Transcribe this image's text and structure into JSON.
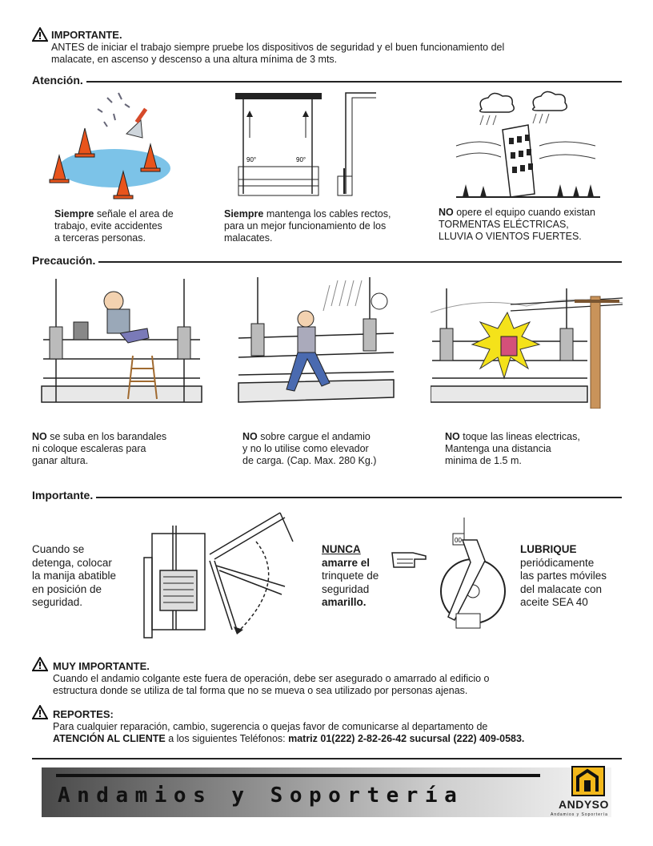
{
  "important": {
    "title": "IMPORTANTE.",
    "line1": "ANTES de iniciar el trabajo siempre pruebe los dispositivos de seguridad y el buen funcionamiento del",
    "line2": "malacate, en ascenso y descenso a una altura mínima de 3 mts."
  },
  "atencion": {
    "title": "Atención.",
    "caption1": {
      "bold": "Siempre",
      "l1": " señale el area de",
      "l2": "trabajo, evite accidentes",
      "l3": "a terceras personas."
    },
    "caption2": {
      "bold": "Siempre",
      "l1": " mantenga los cables rectos,",
      "l2": "para un mejor funcionamiento de los",
      "l3": "malacates."
    },
    "caption3": {
      "bold": "NO",
      "l1": " opere el equipo cuando existan",
      "l2": "TORMENTAS ELÉCTRICAS,",
      "l3": "LLUVIA O VIENTOS FUERTES."
    },
    "angle_left": "90°",
    "angle_right": "90°"
  },
  "precaucion": {
    "title": "Precaución.",
    "caption1": {
      "bold": "NO",
      "l1": "  se suba en los barandales",
      "l2": "ni coloque escaleras para",
      "l3": "ganar altura."
    },
    "caption2": {
      "bold": "NO",
      "l1": " sobre cargue el andamio",
      "l2": "y no lo utilise como elevador",
      "l3": "de carga. (Cap. Max. 280 Kg.)"
    },
    "caption3": {
      "bold": "NO",
      "l1": " toque las lineas electricas,",
      "l2": "Mantenga una distancia",
      "l3": "minima de 1.5 m."
    }
  },
  "importante2": {
    "title": "Importante.",
    "cuando": [
      "Cuando se",
      "detenga, colocar",
      "la manija abatible",
      "en posición de",
      "seguridad."
    ],
    "nunca_title": "NUNCA",
    "nunca": [
      "amarre el",
      "trinquete de",
      "seguridad",
      "amarillo."
    ],
    "lubrique_title": "LUBRIQUE",
    "lubrique": [
      "periódicamente",
      "las partes móviles",
      "del malacate con",
      "aceite SEA 40"
    ]
  },
  "muy_importante": {
    "title": "MUY IMPORTANTE.",
    "line1": "Cuando el andamio colgante este fuera de operación, debe ser asegurado o amarrado al edificio o",
    "line2": "estructura donde se utiliza de tal forma que no se mueva o sea utilizado por personas ajenas."
  },
  "reportes": {
    "title": "REPORTES:",
    "line1": "Para cualquier reparación, cambio, sugerencia o quejas favor de comunicarse al departamento de",
    "line2_bold": "ATENCIÓN AL CLIENTE",
    "line2_rest": " a los siguientes Teléfonos: ",
    "phones": "matriz  01(222) 2-82-26-42   sucursal (222) 409-0583."
  },
  "footer": {
    "tagline": "Andamios y Soportería",
    "logo_name": "ANDYSO",
    "logo_sub": "Andamios y Soportería"
  },
  "colors": {
    "cone": "#e8541c",
    "puddle": "#7cc3e8",
    "spark": "#f4e21a",
    "pole": "#c9935a"
  }
}
